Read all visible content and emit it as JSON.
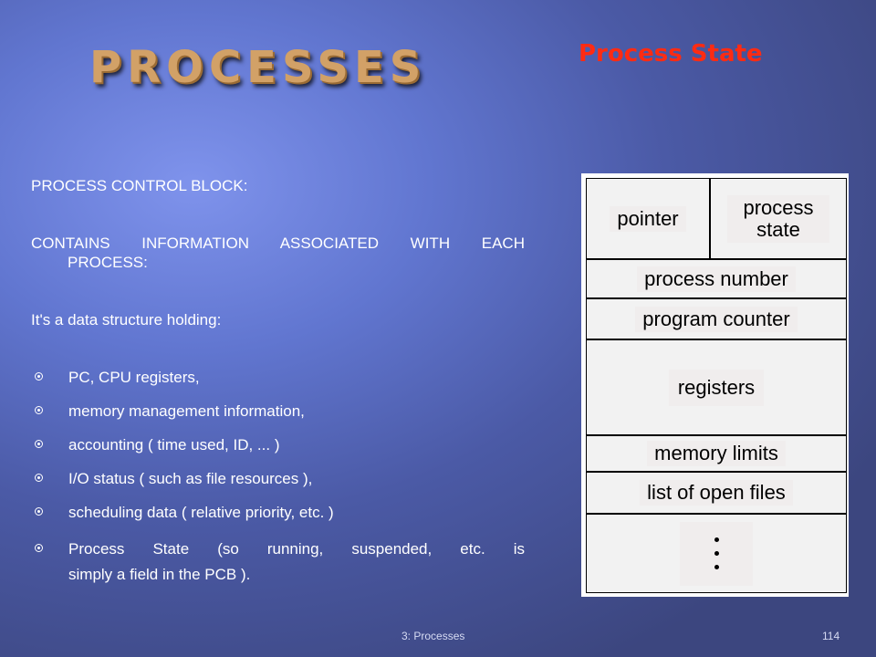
{
  "title": "PROCESSES",
  "subtitle": "Process State",
  "body": {
    "heading": "PROCESS CONTROL BLOCK:",
    "contains_line1": "CONTAINS INFORMATION ASSOCIATED WITH EACH",
    "contains_line2": "PROCESS:",
    "intro": "It's a data structure holding:",
    "bullets": [
      "PC, CPU registers,",
      "memory management information,",
      "accounting ( time used, ID, ... )",
      "I/O status ( such as file resources ),",
      "scheduling data ( relative priority, etc. )"
    ],
    "last_bullet_line1": "Process State (so running, suspended, etc. is",
    "last_bullet_line2": "simply a field in the PCB )."
  },
  "diagram": {
    "pointer": "pointer",
    "process_state": "process state",
    "process_number": "process number",
    "program_counter": "program counter",
    "registers": "registers",
    "memory_limits": "memory limits",
    "open_files": "list of open files"
  },
  "footer": {
    "center": "3: Processes",
    "page": "114"
  },
  "colors": {
    "title": "#d2a167",
    "subtitle": "#ff2b12",
    "background": "#5f74cf"
  }
}
